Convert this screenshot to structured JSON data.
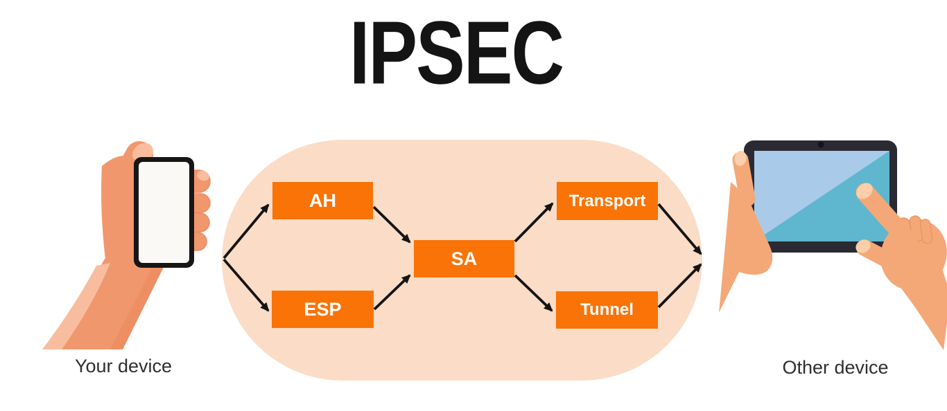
{
  "title": "IPSEC",
  "devices": {
    "left": {
      "label": "Your device",
      "kind": "smartphone"
    },
    "right": {
      "label": "Other device",
      "kind": "tablet"
    }
  },
  "diagram": {
    "nodes": [
      {
        "id": "ah",
        "label": "AH"
      },
      {
        "id": "esp",
        "label": "ESP"
      },
      {
        "id": "sa",
        "label": "SA"
      },
      {
        "id": "transport",
        "label": "Transport"
      },
      {
        "id": "tunnel",
        "label": "Tunnel"
      }
    ],
    "edges": [
      {
        "from": "your-device",
        "to": "ah"
      },
      {
        "from": "your-device",
        "to": "esp"
      },
      {
        "from": "ah",
        "to": "sa"
      },
      {
        "from": "esp",
        "to": "sa"
      },
      {
        "from": "sa",
        "to": "transport"
      },
      {
        "from": "sa",
        "to": "tunnel"
      },
      {
        "from": "transport",
        "to": "other-device"
      },
      {
        "from": "tunnel",
        "to": "other-device"
      }
    ]
  },
  "palette": {
    "node": "#F97306",
    "pill": "#FBDCC6",
    "ink": "#141414",
    "label": "#2E2E2E",
    "skin": "#F1976D",
    "skinLight": "#F8BD9E",
    "skinShadow": "#ED8E63",
    "skinR": "#F4A877",
    "skinRLight": "#FBCFAB",
    "tablet": "#2B2A33",
    "screen1": "#A9CBE9",
    "screen2": "#5EB7CE",
    "phoneScreen": "#FBF9F5"
  }
}
